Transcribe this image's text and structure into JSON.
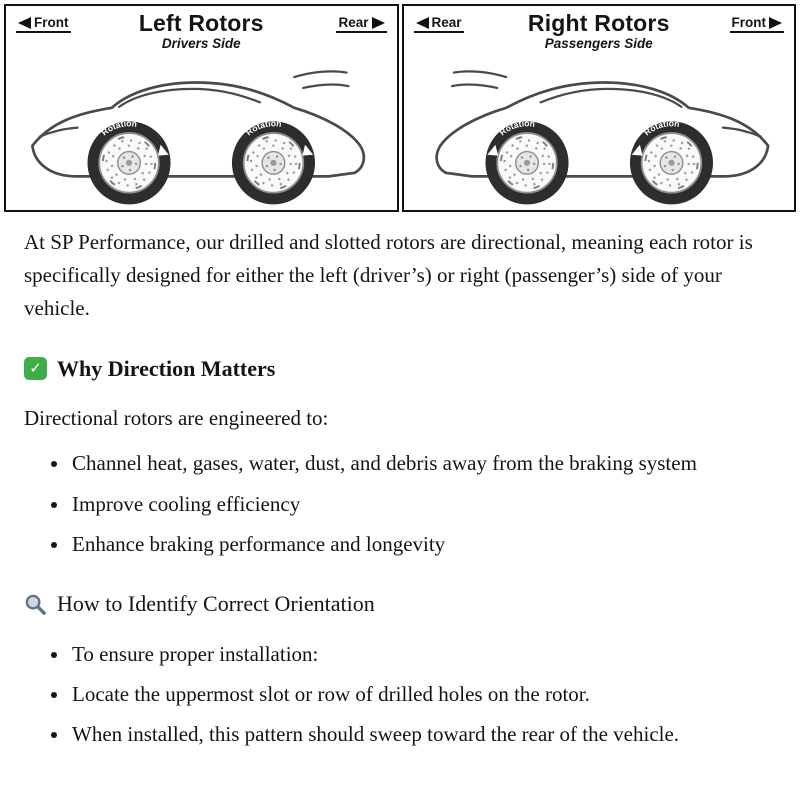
{
  "diagram": {
    "left_panel": {
      "title": "Left Rotors",
      "subtitle": "Drivers Side",
      "left_label": "Front",
      "right_label": "Rear",
      "rotation_label": "Rotation"
    },
    "right_panel": {
      "title": "Right Rotors",
      "subtitle": "Passengers Side",
      "left_label": "Rear",
      "right_label": "Front",
      "rotation_label": "Rotation"
    }
  },
  "content": {
    "intro": "At SP Performance, our drilled and slotted rotors are directional, meaning each rotor is specifically designed for either the left (driver’s) or right (passenger’s) side of your vehicle.",
    "section1": {
      "icon": "check-icon",
      "heading": "Why Direction Matters",
      "lead": "Directional rotors are engineered to:",
      "bullets": [
        "Channel heat, gases, water, dust, and debris away from the braking system",
        "Improve cooling efficiency",
        "Enhance braking performance and longevity"
      ]
    },
    "section2": {
      "icon": "magnifier-icon",
      "heading": "How to Identify Correct Orientation",
      "bullets": [
        "To ensure proper installation:",
        "Locate the uppermost slot or row of drilled holes on the rotor.",
        "When installed, this pattern should sweep toward the rear of the vehicle."
      ]
    },
    "colors": {
      "check_green": "#3fae49",
      "magnifier_gray": "#5d738c",
      "ink": "#141414"
    },
    "check_glyph": "✓"
  }
}
